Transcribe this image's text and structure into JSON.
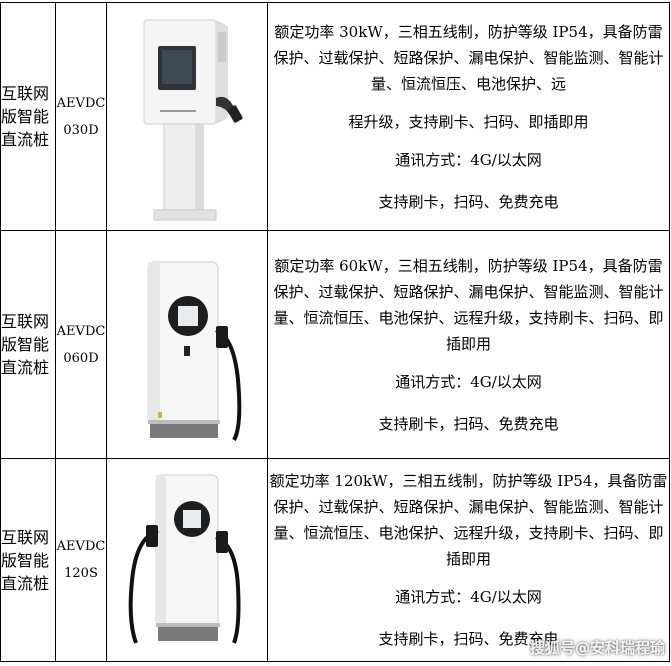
{
  "rows": [
    {
      "name": "互联网版智能直流桩",
      "model": "AEVDC 030D",
      "desc_lines": [
        "额定功率 30kW，三相五线制，防护等级 IP54，具备防雷保护、过载保护、短路保护、漏电保护、智能监测、智能计量、恒流恒压、电池保护、远",
        "程升级，支持刷卡、扫码、即插即用"
      ],
      "comm": "通讯方式：4G/以太网",
      "pay": "支持刷卡，扫码、免费充电",
      "image_icon": "wall-mounted-dc-charger-on-pedestal"
    },
    {
      "name": "互联网版智能直流桩",
      "model": "AEVDC 060D",
      "desc_lines": [
        "额定功率 60kW，三相五线制，防护等级 IP54，具备防雷保护、过载保护、短路保护、漏电保护、智能监测、智能计量、恒流恒压、电池保护、远程升级，支持刷卡、扫码、即插即用"
      ],
      "comm": "通讯方式：4G/以太网",
      "pay": "支持刷卡，扫码、免费充电",
      "image_icon": "floor-standing-dc-charger-single-gun"
    },
    {
      "name": "互联网版智能直流桩",
      "model": "AEVDC 120S",
      "desc_lines": [
        "额定功率 120kW，三相五线制，防护等级 IP54，具备防雷保护、过载保护、短路保护、漏电保护、智能监测、智能计量、恒流恒压、电池保护、远程升级，支持刷卡、扫码、即插即用"
      ],
      "comm": "通讯方式：4G/以太网",
      "pay": "支持刷卡，扫码、免费充电",
      "image_icon": "floor-standing-dc-charger-dual-gun"
    }
  ],
  "watermark": "搜狐号@安科瑞程瑜"
}
